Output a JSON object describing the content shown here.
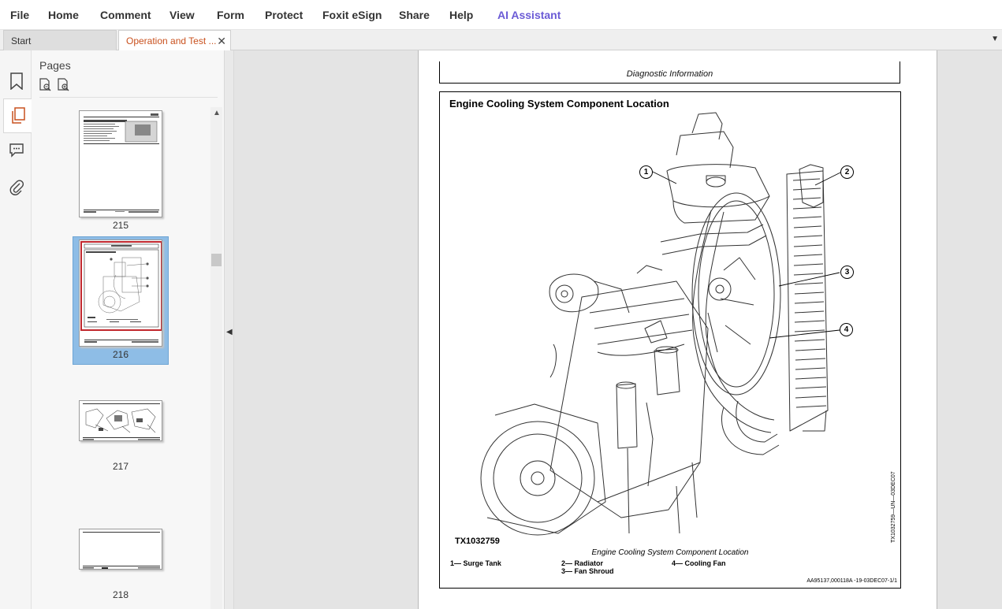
{
  "menu": {
    "items": [
      "File",
      "Home",
      "Comment",
      "View",
      "Form",
      "Protect",
      "Foxit eSign",
      "Share",
      "Help"
    ],
    "ai_label": "AI Assistant",
    "ai_color": "#6b5bd6"
  },
  "tabs": {
    "start_label": "Start",
    "active_label": "Operation and Test ...",
    "close_glyph": "✕",
    "overflow_glyph": "▼"
  },
  "sidebar": {
    "title": "Pages",
    "pages": [
      {
        "number": "215"
      },
      {
        "number": "216",
        "selected": true
      },
      {
        "number": "217"
      },
      {
        "number": "218"
      }
    ]
  },
  "document": {
    "header_text": "Diagnostic Information",
    "figure_title": "Engine Cooling System Component Location",
    "figure_id": "TX1032759",
    "caption": "Engine Cooling System Component Location",
    "side_text": "TX1032759—UN—03DEC07",
    "legend": [
      "1— Surge Tank",
      "2— Radiator",
      "3— Fan Shroud",
      "4— Cooling Fan"
    ],
    "callouts": [
      "1",
      "2",
      "3",
      "4"
    ],
    "doc_ref": "AA95137,000118A -19-03DEC07-1/1"
  },
  "colors": {
    "active_tab_text": "#c9511e",
    "selection": "#8ebde6"
  }
}
